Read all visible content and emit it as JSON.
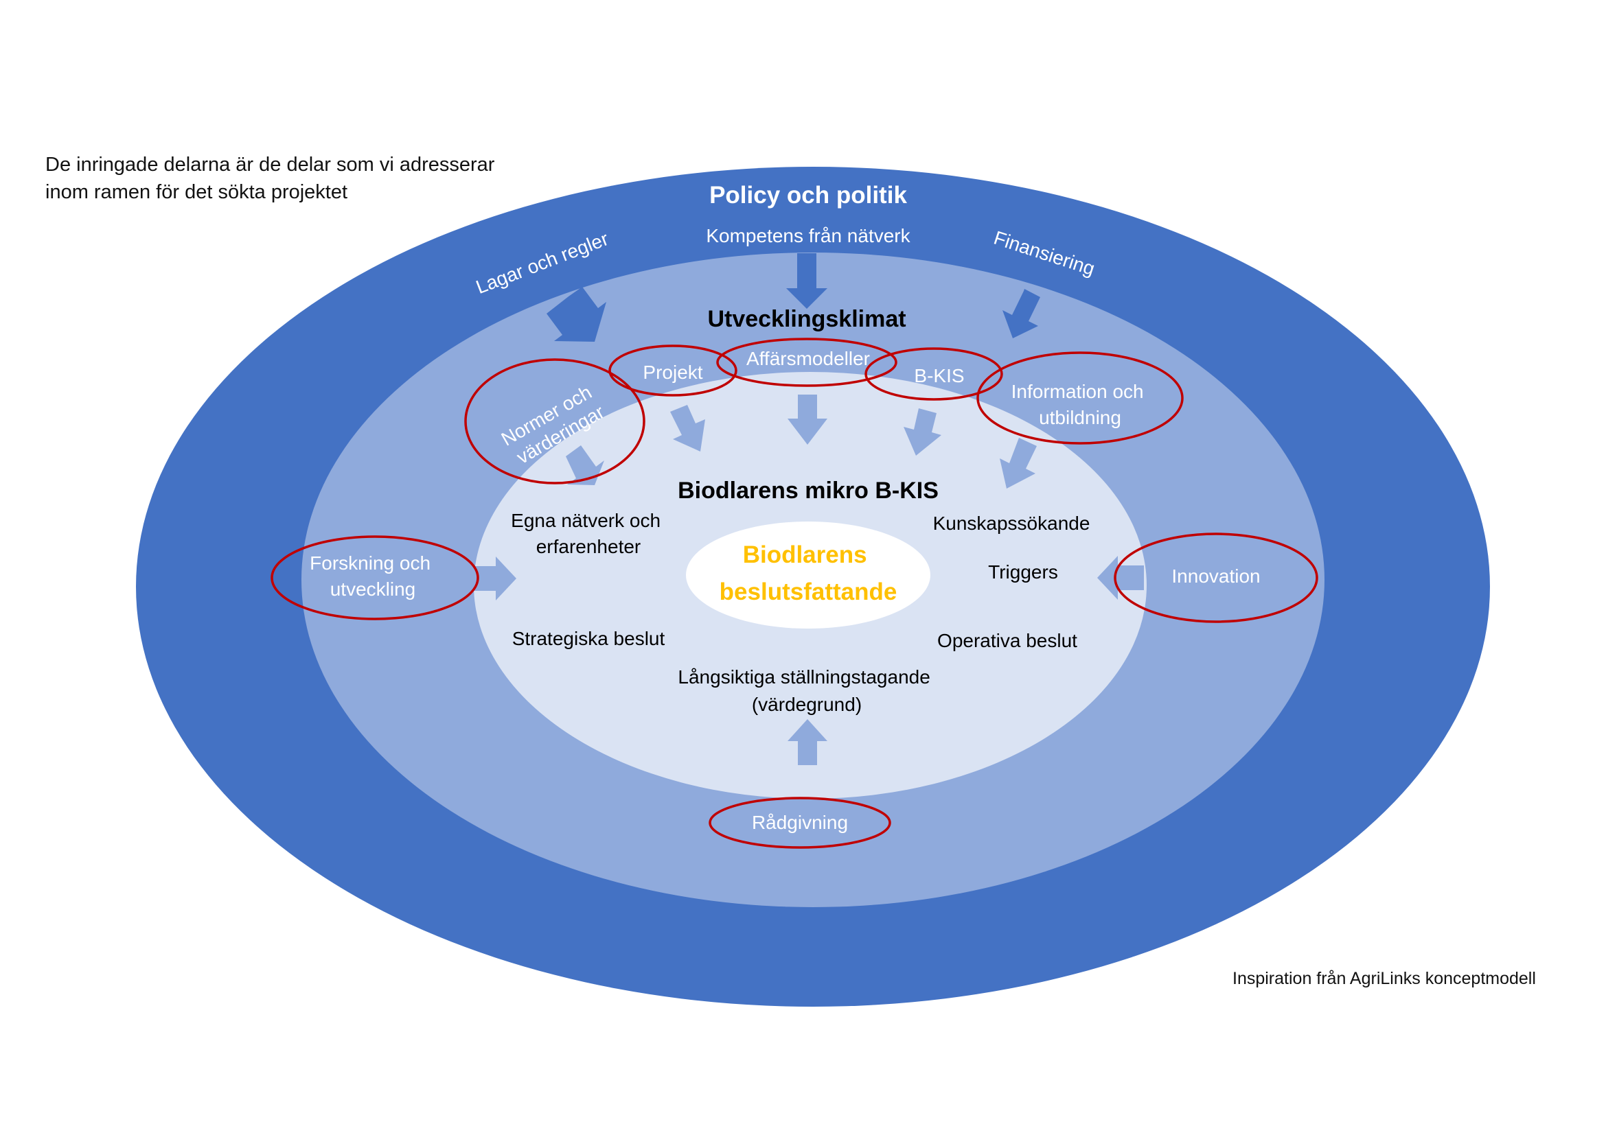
{
  "note": {
    "line1": "De inringade delarna är de delar som vi adresserar",
    "line2": "inom ramen för det sökta projektet"
  },
  "credit": "Inspiration från AgriLinks konceptmodell",
  "outer": {
    "title": "Policy och politik",
    "items": {
      "lagar": "Lagar och regler",
      "kompetens": "Kompetens från nätverk",
      "finansiering": "Finansiering"
    }
  },
  "middle": {
    "title": "Utvecklingsklimat",
    "items": {
      "normer_1": "Normer och",
      "normer_2": "värderingar",
      "projekt": "Projekt",
      "affarsmodeller": "Affärsmodeller",
      "bkis": "B-KIS",
      "information_1": "Information och",
      "information_2": "utbildning",
      "forskning_1": "Forskning och",
      "forskning_2": "utveckling",
      "innovation": "Innovation",
      "radgivning": "Rådgivning"
    }
  },
  "inner": {
    "title": "Biodlarens mikro B-KIS",
    "items": {
      "egna_1": "Egna nätverk och",
      "egna_2": "erfarenheter",
      "kunskap": "Kunskapssökande",
      "triggers": "Triggers",
      "strategiska": "Strategiska beslut",
      "operativa": "Operativa beslut",
      "langsiktiga_1": "Långsiktiga ställningstagande",
      "langsiktiga_2": "(värdegrund)"
    }
  },
  "core": {
    "line1": "Biodlarens",
    "line2": "beslutsfattande"
  },
  "colors": {
    "outer_ring": "#4472C4",
    "middle_ring": "#8FAADC",
    "inner_ring": "#DAE3F3",
    "core": "#FFFFFF",
    "core_text": "#FFC000",
    "highlight": "#C00000",
    "arrow_dark": "#4472C4",
    "arrow_light": "#8FAADC"
  },
  "icons": {
    "arrow": "arrow-icon",
    "highlight": "red-circle-highlight"
  }
}
